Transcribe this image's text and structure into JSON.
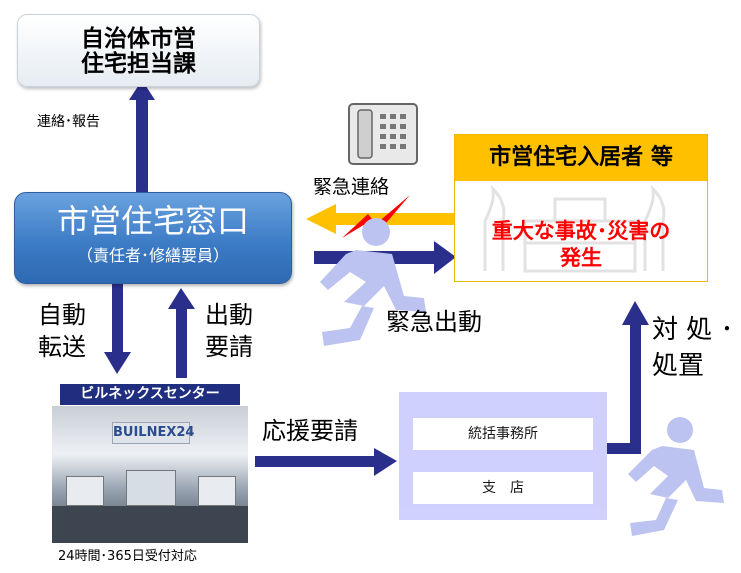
{
  "top_office": {
    "line1": "自治体市営",
    "line2": "住宅担当課"
  },
  "report_label": "連絡･報告",
  "main_window": {
    "title": "市営住宅窓口",
    "subtitle": "（責任者･修繕要員）"
  },
  "emergency_contact_label": "緊急連絡",
  "residents": {
    "header": "市営住宅入居者 等",
    "accident_line1": "重大な事故･災害の",
    "accident_line2": "発生"
  },
  "auto_transfer": {
    "line1": "自動",
    "line2": "転送"
  },
  "dispatch_request": {
    "line1": "出動",
    "line2": "要請"
  },
  "emergency_dispatch_label": "緊急出動",
  "response": {
    "line1": "対 処 ･",
    "line2": "処置"
  },
  "center": {
    "name": "ビルネックスセンター",
    "photo_sign": "BUILNEX24",
    "caption": "24時間･365日受付対応"
  },
  "support_request_label": "応援要請",
  "branches": {
    "head_office": "統括事務所",
    "branch": "支　店"
  },
  "colors": {
    "arrow": "#2b2f8c",
    "emergency_arrow": "#ffc000",
    "lightning": "#ff0000",
    "runner": "#bcc3f0",
    "accent_red": "#ff0000"
  }
}
